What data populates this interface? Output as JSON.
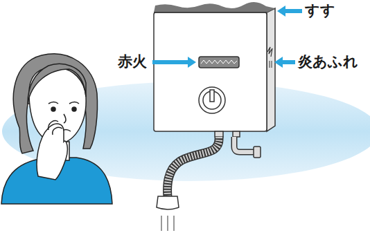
{
  "diagram": {
    "labels": [
      "すす",
      "赤火",
      "炎あふれ"
    ]
  }
}
